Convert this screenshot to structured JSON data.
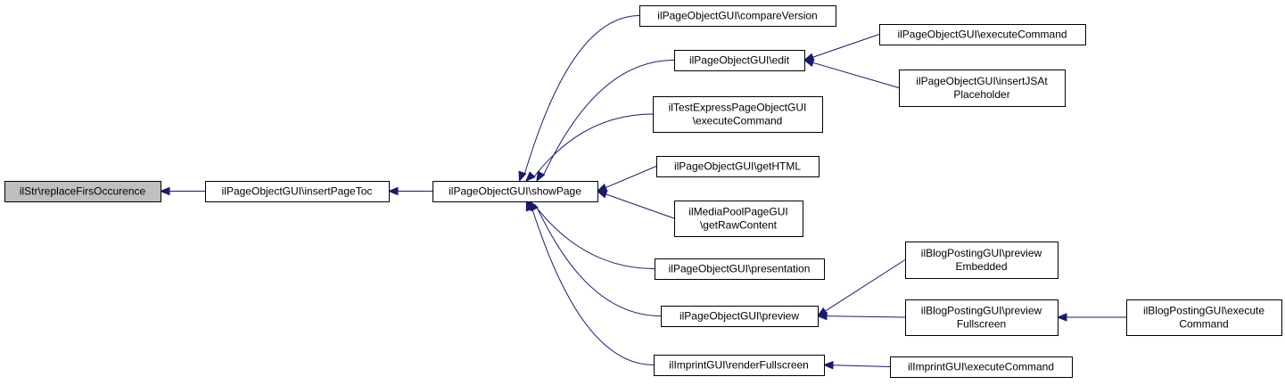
{
  "diagram": {
    "nodes": [
      {
        "id": "root",
        "lines": [
          "ilStr\\replaceFirsOccurence"
        ],
        "root": true
      },
      {
        "id": "insertPageToc",
        "lines": [
          "ilPageObjectGUI\\insertPageToc"
        ]
      },
      {
        "id": "showPage",
        "lines": [
          "ilPageObjectGUI\\showPage"
        ]
      },
      {
        "id": "compareVersion",
        "lines": [
          "ilPageObjectGUI\\compareVersion"
        ]
      },
      {
        "id": "edit",
        "lines": [
          "ilPageObjectGUI\\edit"
        ]
      },
      {
        "id": "testExpress",
        "lines": [
          "ilTestExpressPageObjectGUI",
          "\\executeCommand"
        ]
      },
      {
        "id": "getHTML",
        "lines": [
          "ilPageObjectGUI\\getHTML"
        ]
      },
      {
        "id": "mediaPool",
        "lines": [
          "ilMediaPoolPageGUI",
          "\\getRawContent"
        ]
      },
      {
        "id": "presentation",
        "lines": [
          "ilPageObjectGUI\\presentation"
        ]
      },
      {
        "id": "preview",
        "lines": [
          "ilPageObjectGUI\\preview"
        ]
      },
      {
        "id": "renderFullscreen",
        "lines": [
          "ilImprintGUI\\renderFullscreen"
        ]
      },
      {
        "id": "poExecuteCommand",
        "lines": [
          "ilPageObjectGUI\\executeCommand"
        ]
      },
      {
        "id": "insertJSAt",
        "lines": [
          "ilPageObjectGUI\\insertJSAt",
          "Placeholder"
        ]
      },
      {
        "id": "blogPreviewEmbedded",
        "lines": [
          "ilBlogPostingGUI\\preview",
          "Embedded"
        ]
      },
      {
        "id": "blogPreviewFullscreen",
        "lines": [
          "ilBlogPostingGUI\\preview",
          "Fullscreen"
        ]
      },
      {
        "id": "blogExecuteCommand",
        "lines": [
          "ilBlogPostingGUI\\execute",
          "Command"
        ]
      },
      {
        "id": "imprintExecuteCommand",
        "lines": [
          "ilImprintGUI\\executeCommand"
        ]
      }
    ],
    "edges": [
      {
        "from": "insertPageToc",
        "to": "root"
      },
      {
        "from": "showPage",
        "to": "insertPageToc"
      },
      {
        "from": "compareVersion",
        "to": "showPage"
      },
      {
        "from": "edit",
        "to": "showPage"
      },
      {
        "from": "testExpress",
        "to": "showPage"
      },
      {
        "from": "getHTML",
        "to": "showPage"
      },
      {
        "from": "mediaPool",
        "to": "showPage"
      },
      {
        "from": "presentation",
        "to": "showPage"
      },
      {
        "from": "preview",
        "to": "showPage"
      },
      {
        "from": "renderFullscreen",
        "to": "showPage"
      },
      {
        "from": "poExecuteCommand",
        "to": "edit"
      },
      {
        "from": "insertJSAt",
        "to": "edit"
      },
      {
        "from": "blogPreviewEmbedded",
        "to": "preview"
      },
      {
        "from": "blogPreviewFullscreen",
        "to": "preview"
      },
      {
        "from": "blogExecuteCommand",
        "to": "blogPreviewFullscreen"
      },
      {
        "from": "imprintExecuteCommand",
        "to": "renderFullscreen"
      }
    ],
    "colors": {
      "edge": "#191970",
      "root_fill": "#bfbfbf",
      "node_fill": "#ffffff",
      "border": "#000000"
    }
  }
}
